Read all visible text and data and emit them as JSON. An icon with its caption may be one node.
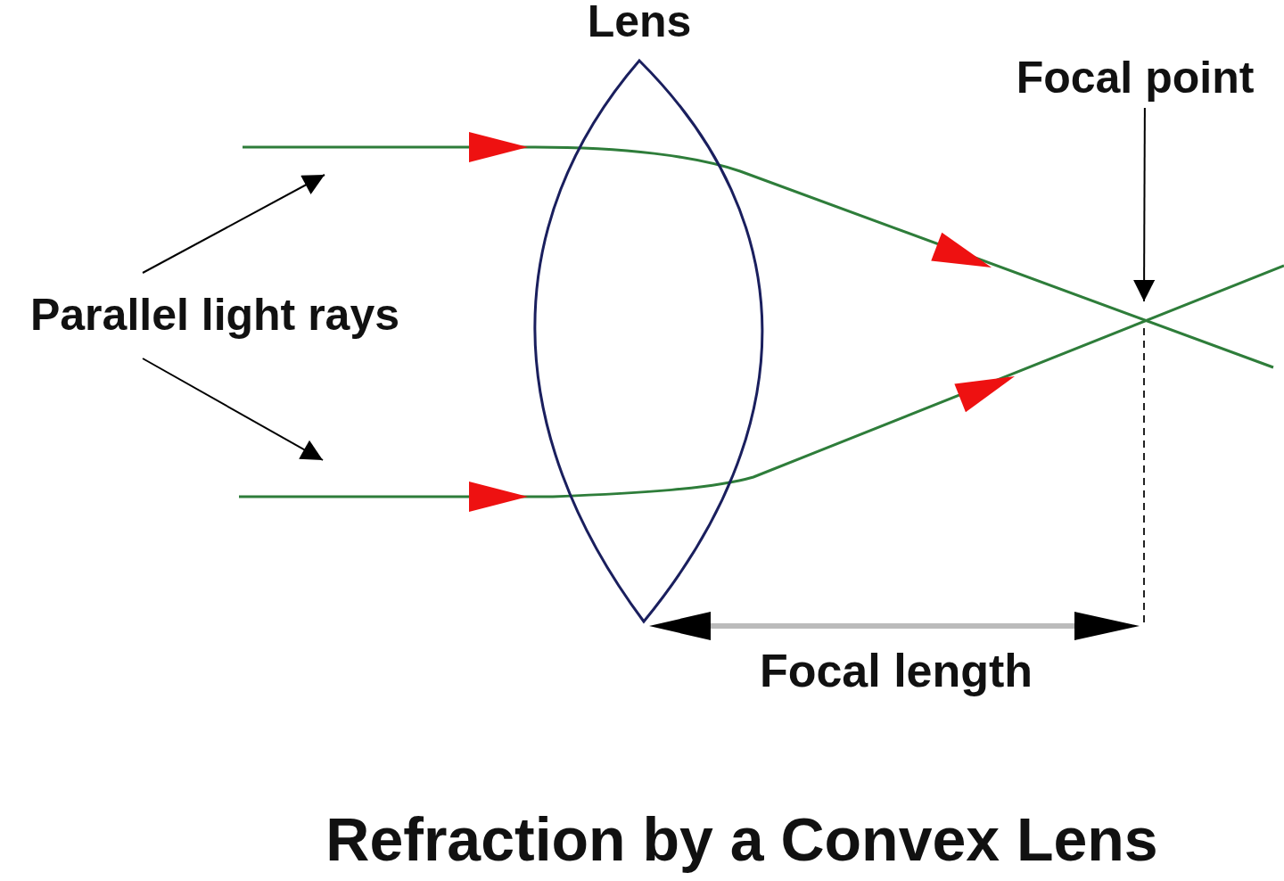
{
  "diagram": {
    "caption": "Refraction by a Convex Lens",
    "nodes": [
      {
        "text": [
          "Parallel light rays"
        ]
      },
      {
        "text": [
          "Lens"
        ]
      },
      {
        "text": [
          "Focal point"
        ]
      }
    ],
    "edges": [
      {
        "from": 0,
        "to": null,
        "arrow": "to"
      },
      {
        "from": 0,
        "to": null,
        "arrow": "to"
      },
      {
        "from": 2,
        "to": null,
        "arrow": "to"
      }
    ],
    "labels": [
      "Focal length"
    ]
  }
}
